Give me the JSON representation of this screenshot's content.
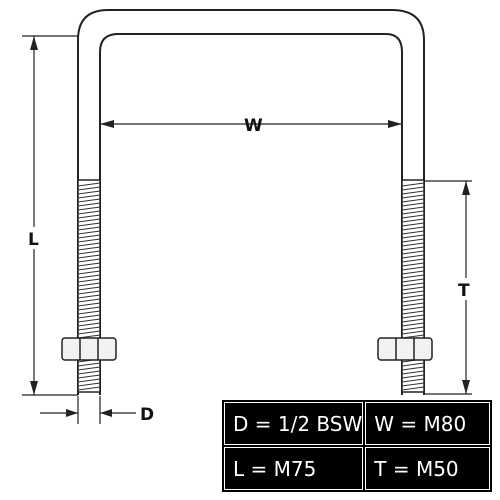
{
  "labels": {
    "width": "W",
    "length": "L",
    "thread_length": "T",
    "diameter": "D"
  },
  "specs": [
    {
      "key": "D",
      "text": "D = 1/2 BSW"
    },
    {
      "key": "W",
      "text": "W = M80"
    },
    {
      "key": "L",
      "text": "L = M75"
    },
    {
      "key": "T",
      "text": "T = M50"
    }
  ],
  "colors": {
    "line": "#222222",
    "table_bg": "#000000",
    "table_text": "#ffffff"
  }
}
